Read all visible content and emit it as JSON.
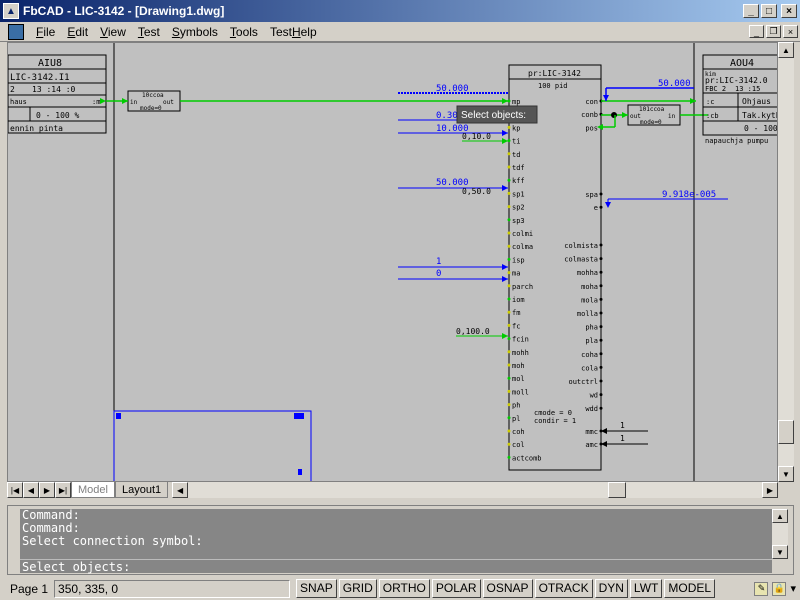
{
  "window": {
    "title": "FbCAD - LIC-3142 - [Drawing1.dwg]",
    "app_icon": "fbcad-logo-icon",
    "buttons": {
      "minimize": "_",
      "maximize": "□",
      "close": "×"
    }
  },
  "menu": {
    "items": [
      {
        "label": "File",
        "accel": "F"
      },
      {
        "label": "Edit",
        "accel": "E"
      },
      {
        "label": "View",
        "accel": "V"
      },
      {
        "label": "Test",
        "accel": "T"
      },
      {
        "label": "Symbols",
        "accel": "S"
      },
      {
        "label": "Tools",
        "accel": "T"
      },
      {
        "label": "TestHelp",
        "accel": "H"
      }
    ],
    "mdi": {
      "minimize": "_",
      "restore": "❐",
      "close": "×"
    }
  },
  "drawing": {
    "left_block": {
      "title": "AIU8",
      "tag": "LIC-3142.I1",
      "row_a": [
        "2",
        "13 :14 :0"
      ],
      "row_b_label": "haus",
      "row_b_pin": ":m",
      "range": "0 - 100 %",
      "footer": "ennin pinta"
    },
    "left_func": {
      "title": "10ccoa",
      "in": "in",
      "out": "out",
      "mode": "mode=0"
    },
    "pid": {
      "header": "pr:LIC-3142",
      "subheader": "100 pid",
      "left_pins": [
        "mp",
        "k",
        "kp",
        "ti",
        "td",
        "tdf",
        "kff",
        "sp1",
        "sp2",
        "sp3",
        "colmi",
        "colma",
        "isp",
        "ma",
        "parch",
        "iom",
        "fm",
        "fc",
        "fcin",
        "mohh",
        "moh",
        "mol",
        "moll",
        "ph",
        "pl",
        "coh",
        "col",
        "actcomb"
      ],
      "right_pins_top": [
        "con",
        "conb",
        "pos"
      ],
      "right_pins_mid": [
        "spa",
        "e"
      ],
      "right_pins_bottom": [
        "colmista",
        "colmasta",
        "mohha",
        "moha",
        "mola",
        "molla",
        "pha",
        "pla",
        "coha",
        "cola",
        "outctrl",
        "wd",
        "wdd"
      ],
      "mode_text": [
        "cmode = 0",
        "condir = 1"
      ],
      "bottom_pins": [
        "mmc",
        "amc"
      ]
    },
    "inputs": {
      "mp_value": "50.000",
      "k_value": "0.30",
      "kp_value": "10.000",
      "ti_value": "0,10.0",
      "sp1_value": "50.000",
      "sp1_alt": "0,50.0",
      "ma_value": "1",
      "parch_value": "0",
      "fcin_value": "0,100.0",
      "mmc_value": "1",
      "amc_value": "1"
    },
    "outputs": {
      "con_value": "50.000",
      "e_value": "9.918e-005"
    },
    "right_func": {
      "title": "101ccoa",
      "out": "out",
      "in": "in",
      "mode": "mode=0"
    },
    "right_block": {
      "title": "AOU4",
      "kind": "kim",
      "tag": "pr:LIC-3142.0",
      "row_a": [
        "FBC 2",
        "13 :15"
      ],
      "pin_c": ":c",
      "pin_cb": ":cb",
      "label_a": "Ohjaus",
      "label_b": "Tak.kyth",
      "range": "0 - 100",
      "footer": "napauchja pumpu"
    },
    "tooltip": "Select objects:"
  },
  "tabs": [
    {
      "label": "Model",
      "active": true
    },
    {
      "label": "Layout1",
      "active": false
    }
  ],
  "command": {
    "lines": [
      "Command:",
      "Command:",
      "Select connection symbol:"
    ],
    "prompt": "Select objects:"
  },
  "status": {
    "page": "Page 1",
    "coords": "350, 335, 0",
    "toggles": [
      "SNAP",
      "GRID",
      "ORTHO",
      "POLAR",
      "OSNAP",
      "OTRACK",
      "DYN",
      "LWT",
      "MODEL"
    ]
  },
  "colors": {
    "canvas_bg": "#c0c0c0",
    "wire_blue": "#0000ff",
    "wire_green": "#00cc00",
    "titlebar": "#0a246a"
  }
}
